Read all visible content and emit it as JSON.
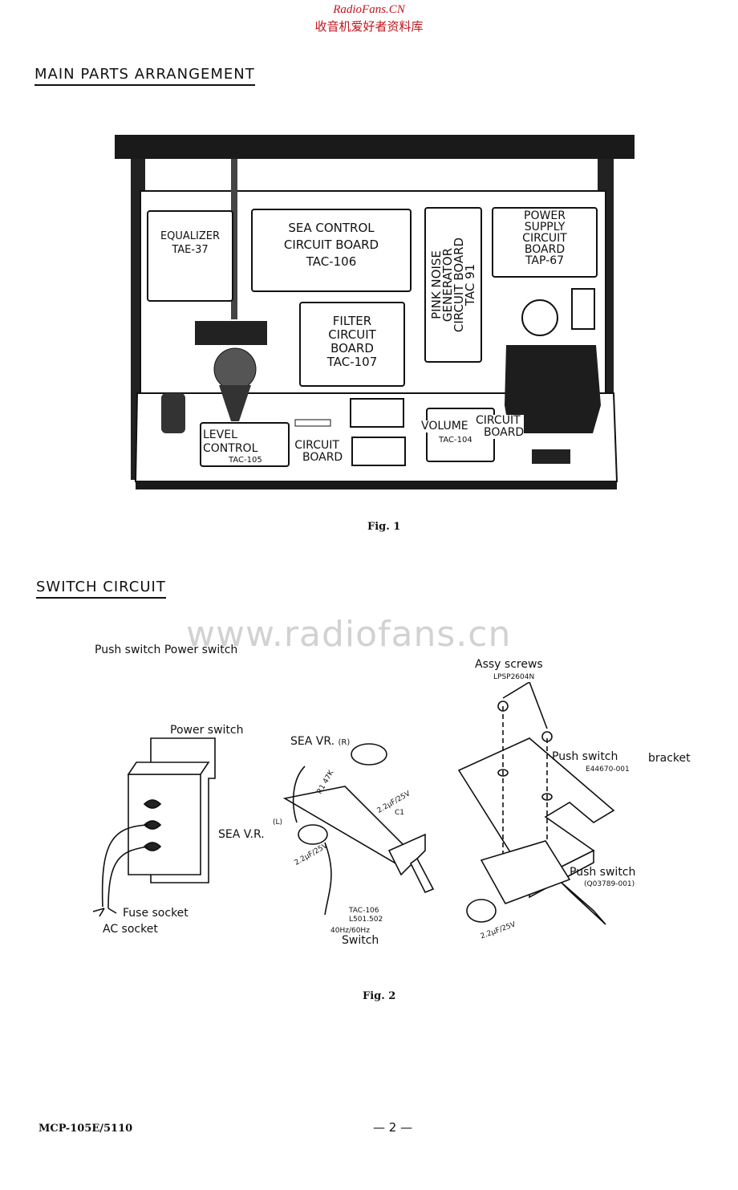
{
  "header": {
    "site": "RadioFans.CN",
    "site_cn": "收音机爱好者资料库"
  },
  "section1": {
    "title": "MAIN PARTS ARRANGEMENT",
    "fig_caption": "Fig. 1",
    "boards": {
      "equalizer": [
        "EQUALIZER",
        "TAE-37"
      ],
      "sea_control": [
        "SEA CONTROL",
        "CIRCUIT BOARD",
        "TAC-106"
      ],
      "pink_noise": [
        "PINK NOISE",
        "GENERATOR",
        "CIRCUIT BOARD",
        "TAC 91"
      ],
      "power_supply": [
        "POWER",
        "SUPPLY",
        "CIRCUIT",
        "BOARD",
        "TAP-67"
      ],
      "filter": [
        "FILTER",
        "CIRCUIT",
        "BOARD",
        "TAC-107"
      ],
      "level_control": [
        "LEVEL CONTROL",
        "TAC-105",
        "CIRCUIT",
        "BOARD"
      ],
      "volume": [
        "VOLUME",
        "CIRCUIT",
        "TAC-104",
        "BOARD"
      ]
    }
  },
  "section2": {
    "title": "SWITCH  CIRCUIT",
    "watermark": "www.radiofans.cn",
    "fig_caption": "Fig. 2",
    "labels": {
      "push_power": "Push switch  Power switch",
      "assy_screws": "Assy screws",
      "lpsp": "LPSP2604N",
      "power_switch": "Power switch",
      "sea_vr_r": "SEA VR.",
      "sea_vr_r_suffix": "(R)",
      "sea_vr_l": "SEA V.R.",
      "l_mark": "(L)",
      "push_switch_1": "Push switch",
      "bracket": "bracket",
      "e_part": "E44670-001",
      "push_switch_2": "Push switch",
      "q_part": "(Q03789-001)",
      "fuse_socket": "Fuse socket",
      "ac_socket": "AC socket",
      "tac106": "TAC-106",
      "l501": "L501.502",
      "hz": "40Hz/60Hz",
      "switch": "Switch",
      "cap_a": "2.2μF/25V",
      "cap_b": "2.2μF/25V",
      "cap_c": "2.2μF/25V",
      "c1": "C1",
      "r_label": "R1 47K"
    }
  },
  "footer": {
    "model": "MCP-105E/5110",
    "page": "— 2 —"
  }
}
